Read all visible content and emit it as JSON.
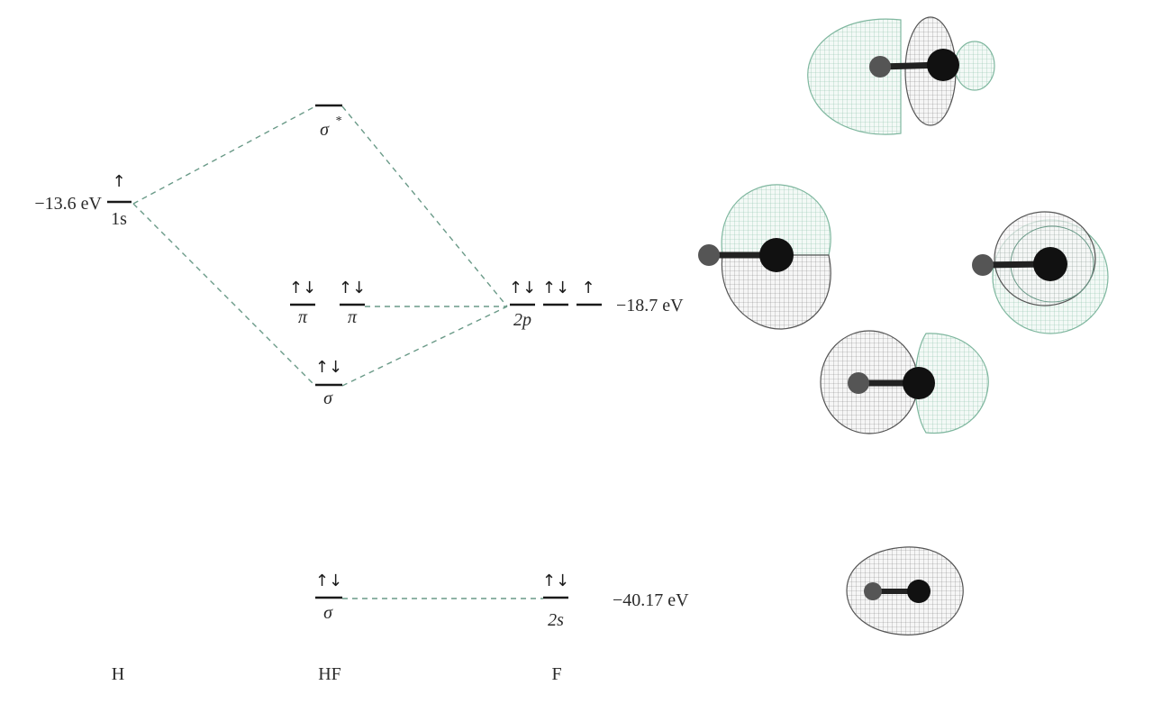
{
  "energies": {
    "h_1s": "−13.6 eV",
    "f_2p": "−18.7 eV",
    "f_2s": "−40.17 eV"
  },
  "orbital_labels": {
    "h_1s": "1s",
    "sigma_star": "σ",
    "sigma_star_mark": "*",
    "pi_1": "π",
    "pi_2": "π",
    "sigma_bond": "σ",
    "sigma_low": "σ",
    "f_2p": "2p",
    "f_2s": "2s"
  },
  "electrons": {
    "h_1s": "↑",
    "pi_1": "↑↓",
    "pi_2": "↑↓",
    "sigma_bond": "↑↓",
    "sigma_low": "↑↓",
    "f_2p_1": "↑↓",
    "f_2p_2": "↑↓",
    "f_2p_3": "↑",
    "f_2s": "↑↓"
  },
  "columns": {
    "h": "H",
    "hf": "HF",
    "f": "F"
  },
  "colors": {
    "lobe_positive": "#6fae93",
    "lobe_negative": "#3d3d3d",
    "dashed_line": "#6a9a88",
    "level": "#1a1a1a"
  }
}
